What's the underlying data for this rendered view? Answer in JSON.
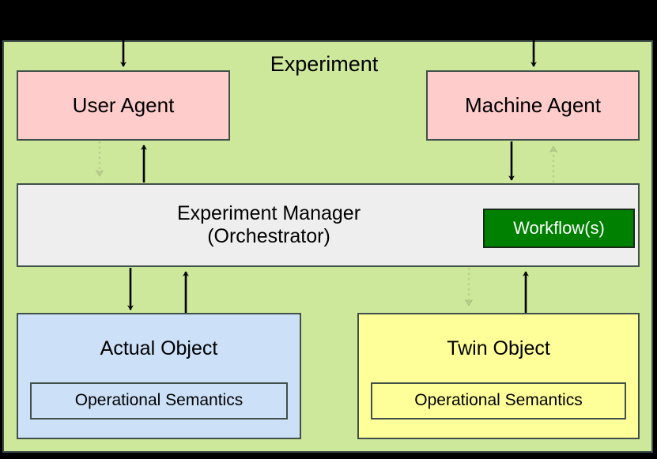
{
  "diagram": {
    "title": "Experiment",
    "container": {
      "label": "Experiment",
      "fill": "#cde89a",
      "stroke": "#41504a"
    },
    "nodes": {
      "user_agent": {
        "label": "User Agent",
        "fill": "#ffcccc"
      },
      "machine_agent": {
        "label": "Machine Agent",
        "fill": "#ffcccc"
      },
      "experiment_manager": {
        "label_line1": "Experiment Manager",
        "label_line2": "(Orchestrator)",
        "fill": "#eeeeee"
      },
      "workflows": {
        "label": "Workflow(s)",
        "fill": "#008000",
        "text_color": "#ffffff"
      },
      "actual_object": {
        "label": "Actual Object",
        "fill": "#cce0f8",
        "inner_label": "Operational Semantics"
      },
      "twin_object": {
        "label": "Twin Object",
        "fill": "#ffff99",
        "inner_label": "Operational Semantics"
      }
    },
    "edges": [
      {
        "name": "external-to-user-agent",
        "style": "solid",
        "direction": "down"
      },
      {
        "name": "external-to-machine-agent",
        "style": "solid",
        "direction": "down"
      },
      {
        "name": "user-agent-to-manager",
        "style": "dotted",
        "direction": "down"
      },
      {
        "name": "manager-to-user-agent",
        "style": "solid",
        "direction": "up"
      },
      {
        "name": "machine-agent-to-manager",
        "style": "solid",
        "direction": "down"
      },
      {
        "name": "manager-to-machine-agent",
        "style": "dotted",
        "direction": "up"
      },
      {
        "name": "manager-to-actual-object",
        "style": "solid",
        "direction": "down"
      },
      {
        "name": "actual-object-to-manager",
        "style": "solid",
        "direction": "up"
      },
      {
        "name": "manager-to-twin-object",
        "style": "dotted",
        "direction": "down"
      },
      {
        "name": "twin-object-to-manager",
        "style": "solid",
        "direction": "up"
      }
    ]
  }
}
